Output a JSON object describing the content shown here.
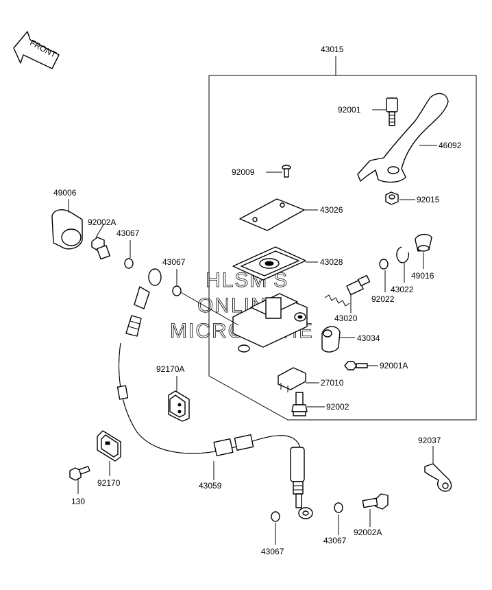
{
  "front_label": "FRONT",
  "assembly_label": "43015",
  "watermark": [
    "HLSM'S",
    "ONLINE",
    "MICROFICHE"
  ],
  "parts": {
    "p92001": "92001",
    "p46092": "46092",
    "p92009": "92009",
    "p92015": "92015",
    "p43026": "43026",
    "p49006": "49006",
    "p92002A_top": "92002A",
    "p43067_a": "43067",
    "p43028": "43028",
    "p43067_b": "43067",
    "p49016": "49016",
    "p43022": "43022",
    "p92022": "92022",
    "p43020": "43020",
    "p43034": "43034",
    "p92001A": "92001A",
    "p92170A": "92170A",
    "p27010": "27010",
    "p92002": "92002",
    "p92037": "92037",
    "p92170": "92170",
    "p130": "130",
    "p43059": "43059",
    "p43067_c": "43067",
    "p43067_d": "43067",
    "p92002A_bot": "92002A"
  }
}
